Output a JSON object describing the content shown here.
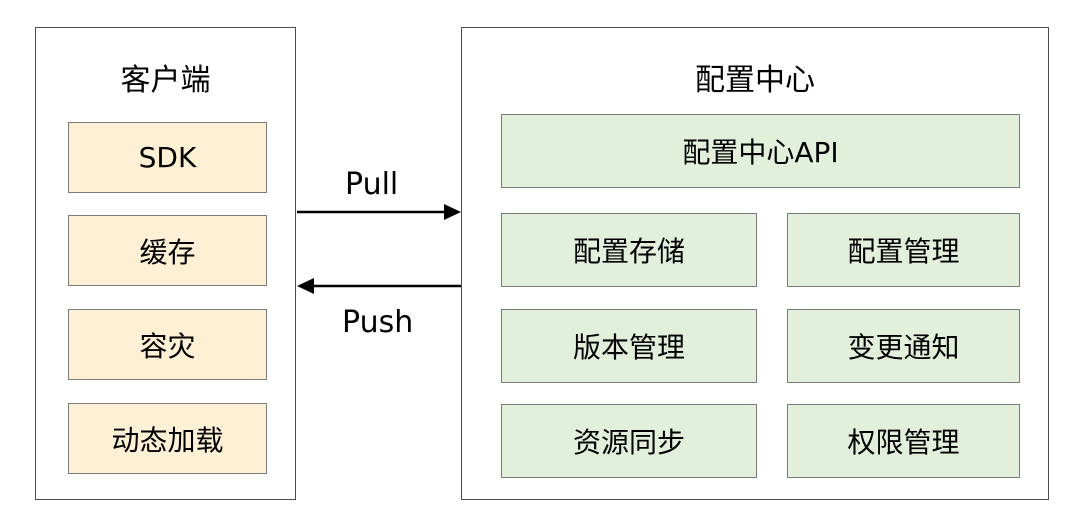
{
  "client": {
    "title": "客户端",
    "items": [
      "SDK",
      "缓存",
      "容灾",
      "动态加载"
    ]
  },
  "config_center": {
    "title": "配置中心",
    "api": "配置中心API",
    "modules": [
      "配置存储",
      "配置管理",
      "版本管理",
      "变更通知",
      "资源同步",
      "权限管理"
    ]
  },
  "connections": {
    "pull": "Pull",
    "push": "Push"
  },
  "colors": {
    "client_box": "#fdf0d5",
    "server_box": "#e2efda",
    "border": "#4a4a4a"
  }
}
